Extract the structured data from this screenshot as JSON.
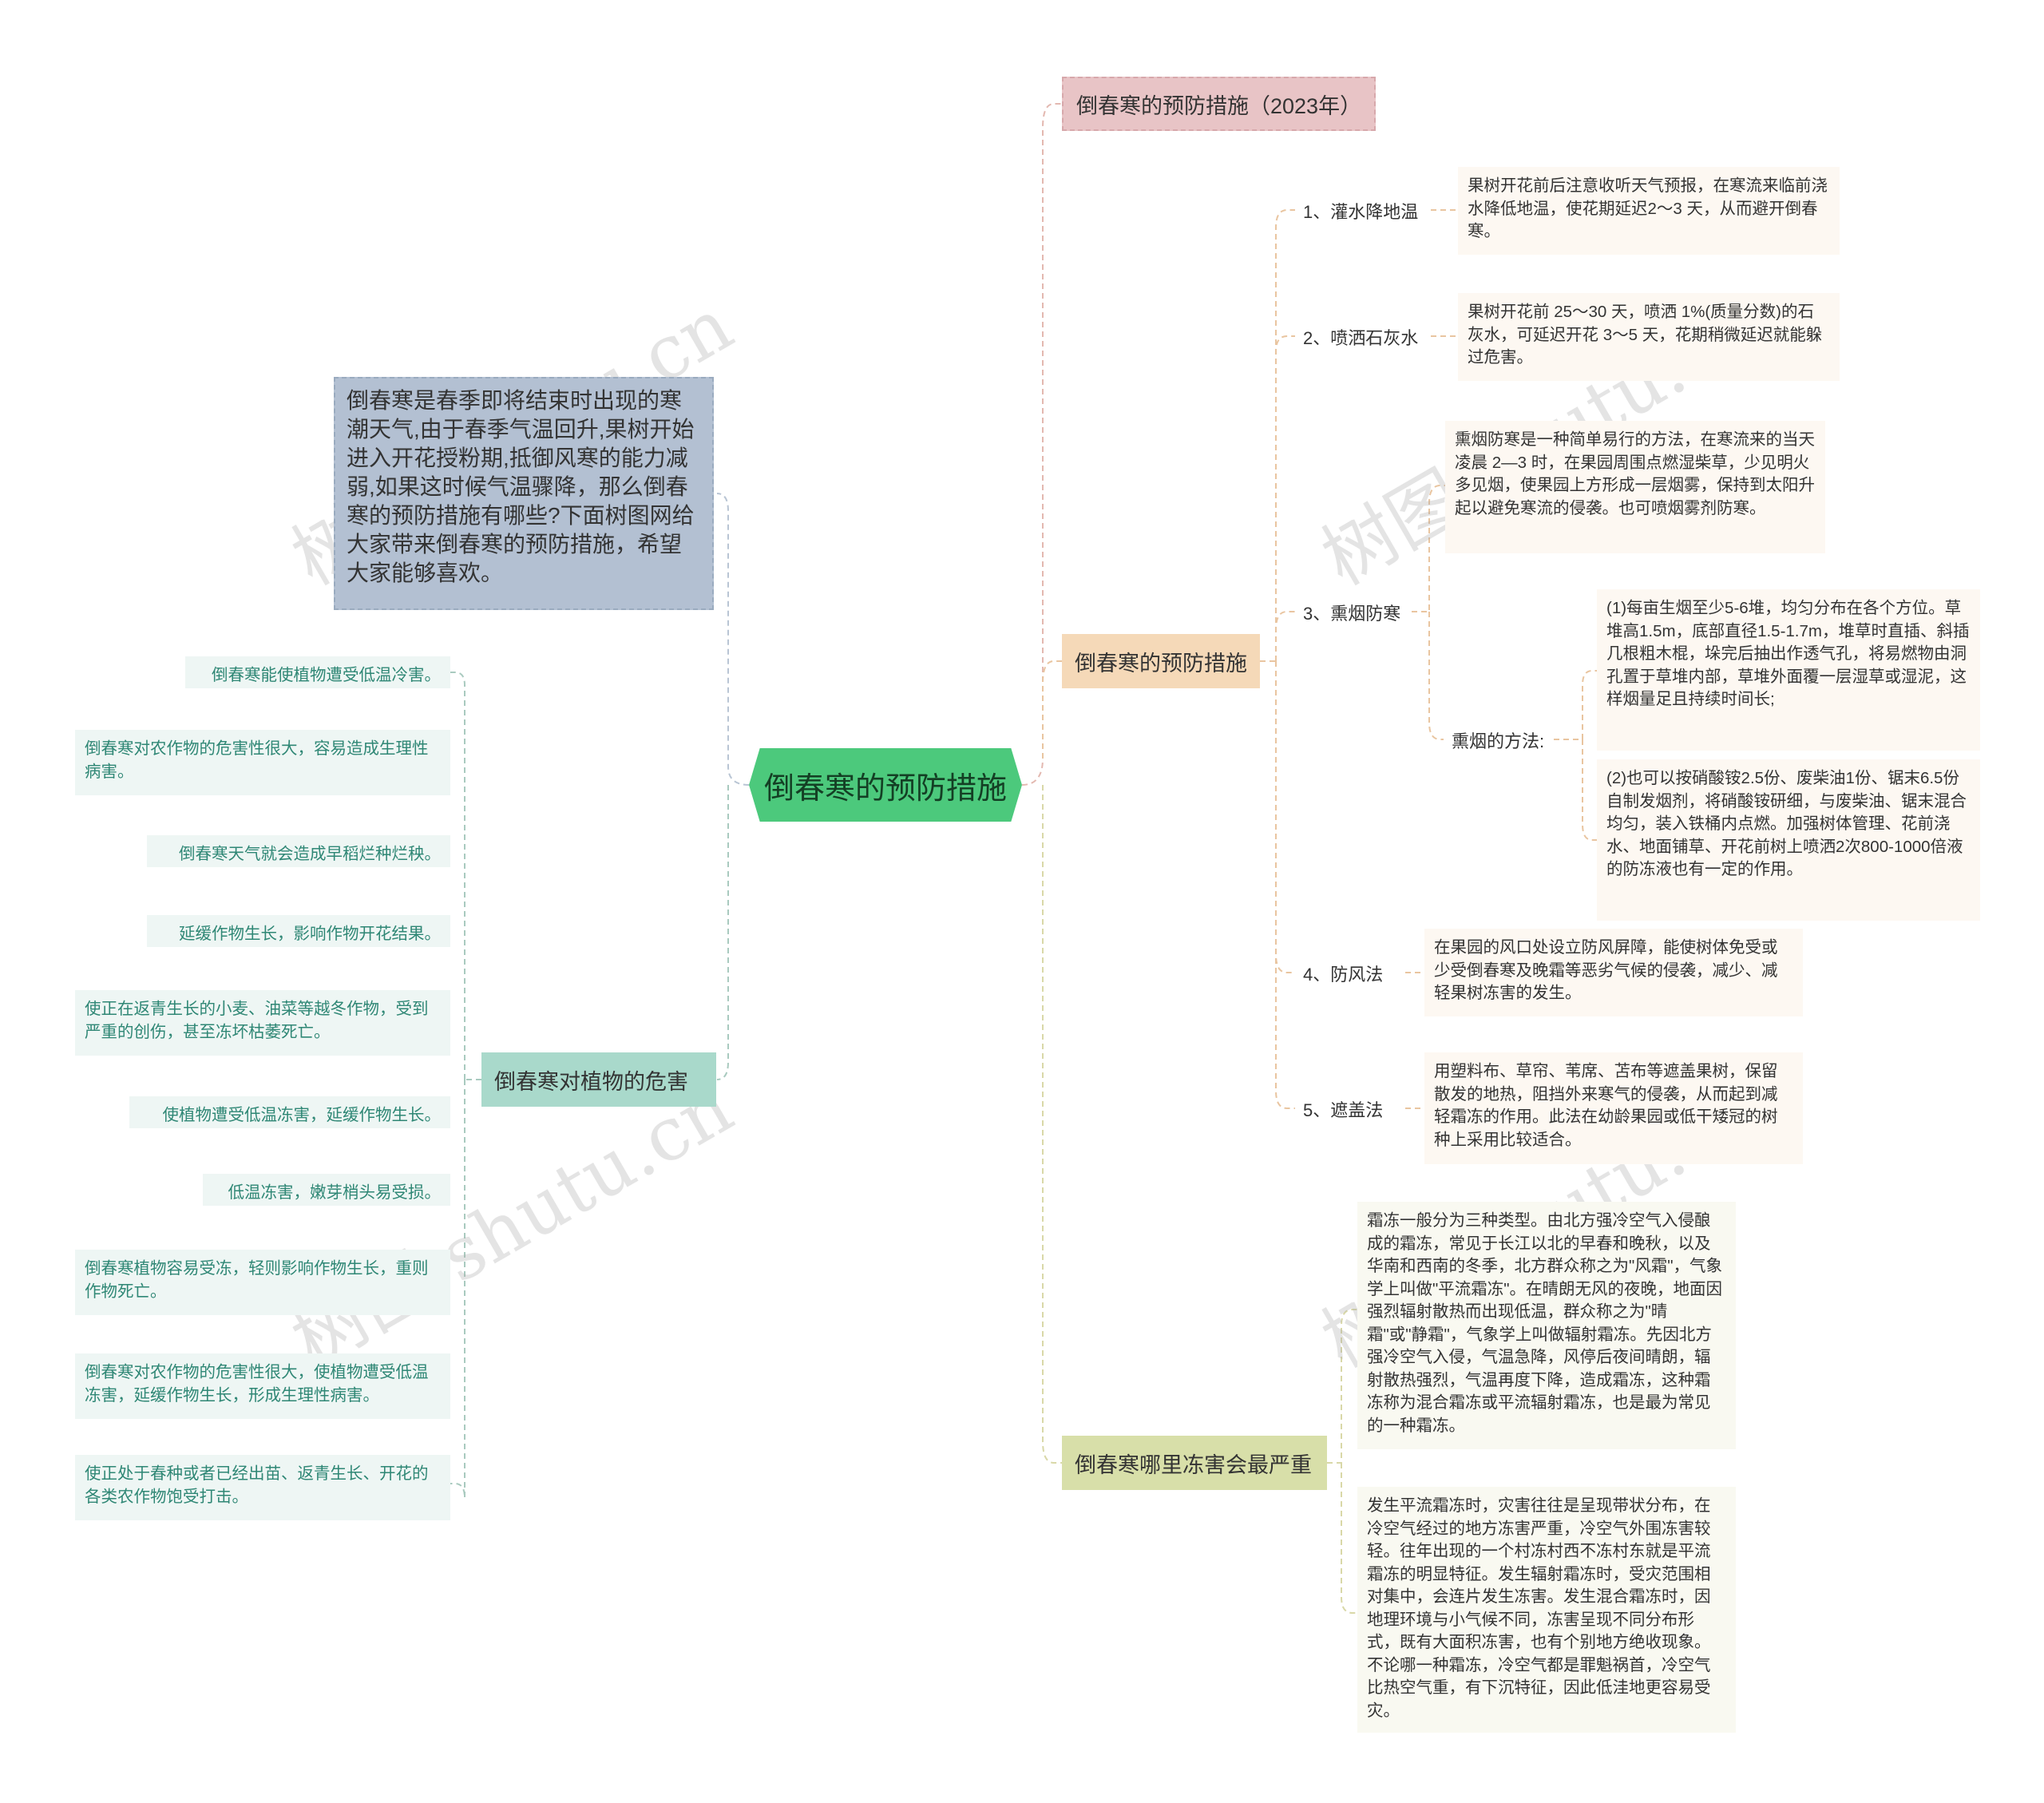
{
  "root": {
    "label": "倒春寒的预防措施"
  },
  "intro": {
    "text": "倒春寒是春季即将结束时出现的寒潮天气,由于春季气温回升,果树开始进入开花授粉期,抵御风寒的能力减弱,如果这时候气温骤降，那么倒春寒的预防措施有哪些?下面树图网给大家带来倒春寒的预防措施，希望大家能够喜欢。"
  },
  "branches": {
    "year": {
      "label": "倒春寒的预防措施（2023年）"
    },
    "measures": {
      "label": "倒春寒的预防措施",
      "items": [
        {
          "label": "1、灌水降地温",
          "text": "果树开花前后注意收听天气预报，在寒流来临前浇水降低地温，使花期延迟2～3 天，从而避开倒春寒。"
        },
        {
          "label": "2、喷洒石灰水",
          "text": "果树开花前 25～30 天，喷洒 1%(质量分数)的石灰水，可延迟开花 3～5 天，花期稍微延迟就能躲过危害。"
        },
        {
          "label": "3、熏烟防寒",
          "text": "熏烟防寒是一种简单易行的方法，在寒流来的当天凌晨 2—3 时，在果园周围点燃湿柴草，少见明火多见烟，使果园上方形成一层烟雾，保持到太阳升起以避免寒流的侵袭。也可喷烟雾剂防寒。",
          "method": {
            "label": "熏烟的方法:",
            "items": [
              "(1)每亩生烟至少5-6堆，均匀分布在各个方位。草堆高1.5m，底部直径1.5-1.7m，堆草时直插、斜插几根粗木棍，垛完后抽出作透气孔，将易燃物由洞孔置于草堆内部，草堆外面覆一层湿草或湿泥，这样烟量足且持续时间长;",
              "(2)也可以按硝酸铵2.5份、废柴油1份、锯末6.5份自制发烟剂，将硝酸铵研细，与废柴油、锯末混合均匀，装入铁桶内点燃。加强树体管理、花前浇水、地面铺草、开花前树上喷洒2次800-1000倍液的防冻液也有一定的作用。"
            ]
          }
        },
        {
          "label": "4、防风法",
          "text": "在果园的风口处设立防风屏障，能使树体免受或少受倒春寒及晚霜等恶劣气候的侵袭，减少、减轻果树冻害的发生。"
        },
        {
          "label": "5、遮盖法",
          "text": "用塑料布、草帘、苇席、苫布等遮盖果树，保留散发的地热，阻挡外来寒气的侵袭，从而起到减轻霜冻的作用。此法在幼龄果园或低干矮冠的树种上采用比较适合。"
        }
      ]
    },
    "where": {
      "label": "倒春寒哪里冻害会最严重",
      "items": [
        "霜冻一般分为三种类型。由北方强冷空气入侵酿成的霜冻，常见于长江以北的早春和晚秋，以及华南和西南的冬季，北方群众称之为\"风霜\"，气象学上叫做\"平流霜冻\"。在晴朗无风的夜晚，地面因强烈辐射散热而出现低温，群众称之为\"晴霜\"或\"静霜\"，气象学上叫做辐射霜冻。先因北方强冷空气入侵，气温急降，风停后夜间晴朗，辐射散热强烈，气温再度下降，造成霜冻，这种霜冻称为混合霜冻或平流辐射霜冻，也是最为常见的一种霜冻。",
        "发生平流霜冻时，灾害往往是呈现带状分布，在冷空气经过的地方冻害严重，冷空气外围冻害较轻。往年出现的一个村冻村西不冻村东就是平流霜冻的明显特征。发生辐射霜冻时，受灾范围相对集中，会连片发生冻害。发生混合霜冻时，因地理环境与小气候不同，冻害呈现不同分布形式，既有大面积冻害，也有个别地方绝收现象。不论哪一种霜冻，冷空气都是罪魁祸首，冷空气比热空气重，有下沉特征，因此低洼地更容易受灾。"
      ]
    },
    "harm": {
      "label": "倒春寒对植物的危害",
      "items": [
        "倒春寒能使植物遭受低温冷害。",
        "倒春寒对农作物的危害性很大，容易造成生理性病害。",
        "倒春寒天气就会造成早稻烂种烂秧。",
        "延缓作物生长，影响作物开花结果。",
        "使正在返青生长的小麦、油菜等越冬作物，受到严重的创伤，甚至冻坏枯萎死亡。",
        "使植物遭受低温冻害，延缓作物生长。",
        "低温冻害，嫩芽梢头易受损。",
        "倒春寒植物容易受冻，轻则影响作物生长，重则作物死亡。",
        "倒春寒对农作物的危害性很大，使植物遭受低温冻害，延缓作物生长，形成生理性病害。",
        "使正处于春种或者已经出苗、返青生长、开花的各类农作物饱受打击。"
      ]
    }
  },
  "watermark": {
    "text": "树图 shutu.cn"
  },
  "colors": {
    "root": "#4cc97c",
    "intro": "#b3c0d2",
    "year": "#e8c4c6",
    "measures": "#f5d9b8",
    "where": "#d8dfa9",
    "harm": "#a9d9cb",
    "link_right": "#e9c5a0",
    "link_left": "#a9cabf"
  }
}
